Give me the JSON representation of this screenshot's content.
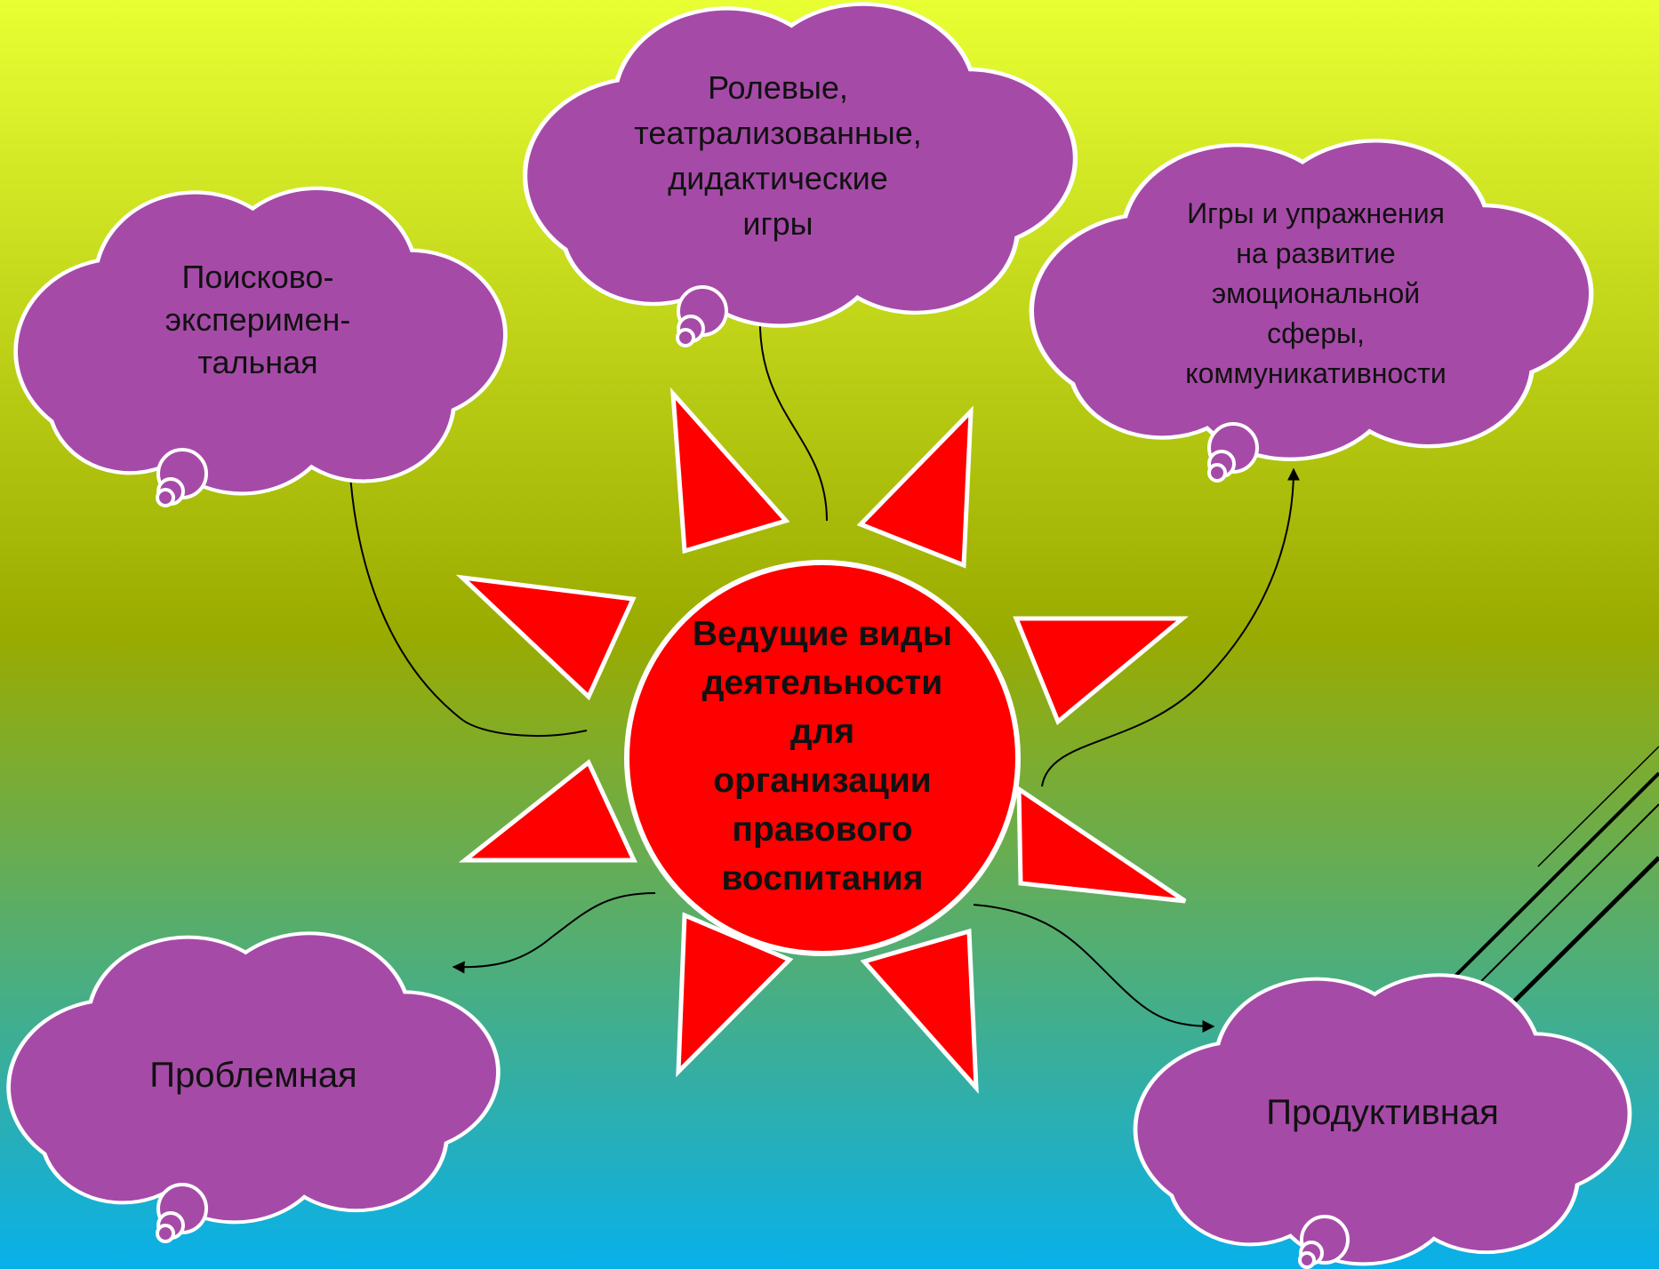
{
  "colors": {
    "background_top": "#e8ff33",
    "background_mid": "#9aab00",
    "background_bottom": "#08b0ea",
    "cloud_fill": "#a64aa8",
    "cloud_stroke": "#ffffff",
    "sun_fill": "#ff0000",
    "arrow": "#000000"
  },
  "center": {
    "label": "Ведущие виды\nдеятельности\nдля\nорганизации\nправового\nвоспитания"
  },
  "clouds": [
    {
      "id": "search",
      "label": "Поисково-\nэксперимен-\nтальная"
    },
    {
      "id": "roleplay",
      "label": "Ролевые,\nтеатрализованные,\nдидактические\nигры"
    },
    {
      "id": "emotional",
      "label": "Игры и упражнения\nна развитие\nэмоциональной\nсферы,\nкоммуникативности"
    },
    {
      "id": "problem",
      "label": "Проблемная"
    },
    {
      "id": "productive",
      "label": "Продуктивная"
    }
  ]
}
